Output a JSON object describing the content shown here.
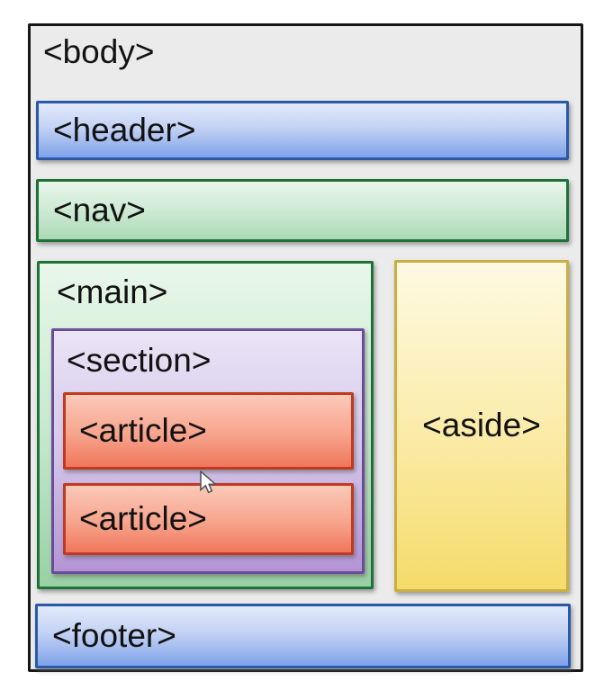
{
  "diagram": {
    "description": "HTML5 semantic page layout diagram",
    "body": {
      "label": "<body>"
    },
    "header": {
      "label": "<header>"
    },
    "nav": {
      "label": "<nav>"
    },
    "main": {
      "label": "<main>"
    },
    "section": {
      "label": "<section>"
    },
    "articles": [
      {
        "label": "<article>"
      },
      {
        "label": "<article>"
      }
    ],
    "aside": {
      "label": "<aside>"
    },
    "footer": {
      "label": "<footer>"
    },
    "cursor": {
      "type": "arrow-pointer"
    },
    "colors": {
      "page_bg": "#ffffff",
      "body_bg": "#ebebeb",
      "body_border": "#161616",
      "blue_grad_top": "#e2eafb",
      "blue_grad_bottom": "#7fa2e9",
      "blue_border": "#2a59a8",
      "nav_grad_top": "#e9f6eb",
      "nav_grad_bottom": "#abd9b5",
      "main_grad_top": "#e9f7ea",
      "main_grad_bottom": "#99d0a4",
      "green_border": "#1e7238",
      "purple_grad_top": "#eae4f6",
      "purple_grad_bottom": "#b494d5",
      "purple_border": "#6a4c99",
      "salmon_grad_top": "#fbc9b8",
      "salmon_grad_bottom": "#ef765b",
      "salmon_border": "#bf3a20",
      "yellow_grad_top": "#fefae2",
      "yellow_grad_bottom": "#f5db69",
      "yellow_border": "#c9ad45",
      "text": "#121212"
    }
  }
}
